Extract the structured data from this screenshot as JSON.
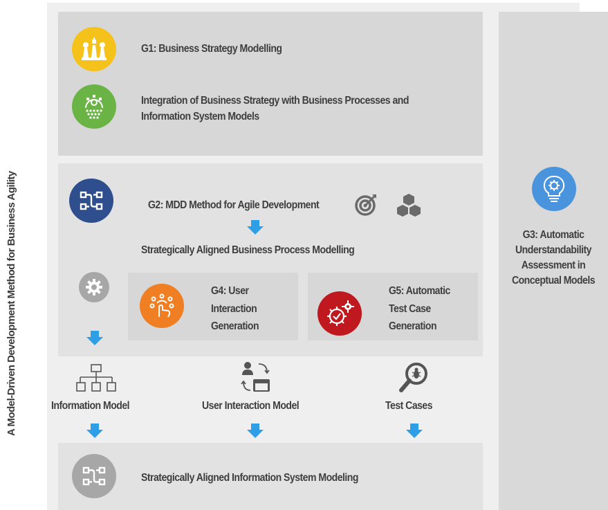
{
  "vertical_title": "A Model-Driven Development Method for Business Agility",
  "top_panel": {
    "g1_label": "G1: Business Strategy Modelling",
    "integration_line1": "Integration of Business Strategy with Business Processes and",
    "integration_line2": "Information System Models"
  },
  "middle_panel": {
    "g2_label": "G2: MDD Method for Agile Development",
    "aligned_bp": "Strategically Aligned Business Process Modelling",
    "g4": [
      "G4: User",
      "Interaction",
      "Generation"
    ],
    "g5": [
      "G5: Automatic",
      "Test Case",
      "Generation"
    ]
  },
  "outputs": {
    "information_model": "Information Model",
    "user_interaction_model": "User Interaction Model",
    "test_cases": "Test Cases"
  },
  "bottom_panel": {
    "aligned_is": "Strategically Aligned Information System Modeling"
  },
  "right_panel": {
    "g3": [
      "G3: Automatic",
      "Understandability",
      "Assessment in",
      "Conceptual Models"
    ]
  },
  "icons": {
    "g1": "chess-pieces-icon",
    "integration": "gear-network-icon",
    "g2": "workflow-icon",
    "target": "target-icon",
    "blocks": "cubes-icon",
    "gear": "gear-icon",
    "g4": "hand-touch-icon",
    "g5": "gear-check-icon",
    "g3": "lightbulb-gear-icon",
    "info": "hierarchy-icon",
    "uim": "user-window-icon",
    "test": "bug-search-icon",
    "bottom": "workflow-icon"
  },
  "colors": {
    "yellow": "#f5c21b",
    "green": "#6ab345",
    "navy": "#2f4e8e",
    "orange": "#ef7f22",
    "red": "#c0181f",
    "light_blue": "#4a94de",
    "gray_icon": "#a7a7a7",
    "arrow_blue": "#2e9fe6"
  }
}
